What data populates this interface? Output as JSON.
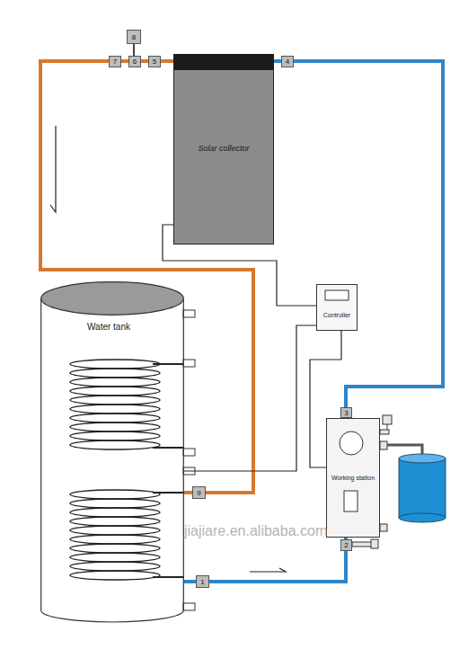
{
  "diagram": {
    "nodes": [
      {
        "text": [
          "Solar collector"
        ]
      },
      {
        "text": [
          "Water tank"
        ]
      },
      {
        "text": [
          "Controller"
        ]
      },
      {
        "text": [
          "Working station"
        ]
      }
    ],
    "edges": [
      {
        "from": 1,
        "to": 3,
        "arrow": "none"
      },
      {
        "from": 3,
        "to": 0,
        "arrow": "none"
      },
      {
        "from": 0,
        "to": 1,
        "arrow": "none"
      },
      {
        "from": 2,
        "to": 0,
        "arrow": "none"
      },
      {
        "from": 2,
        "to": 1,
        "arrow": "none"
      },
      {
        "from": 2,
        "to": 3,
        "arrow": "none"
      }
    ],
    "labels": [
      "8",
      "7",
      "6",
      "5",
      "4",
      "9",
      "3",
      "2",
      "1",
      "jiajiare.en.alibaba.com"
    ]
  }
}
